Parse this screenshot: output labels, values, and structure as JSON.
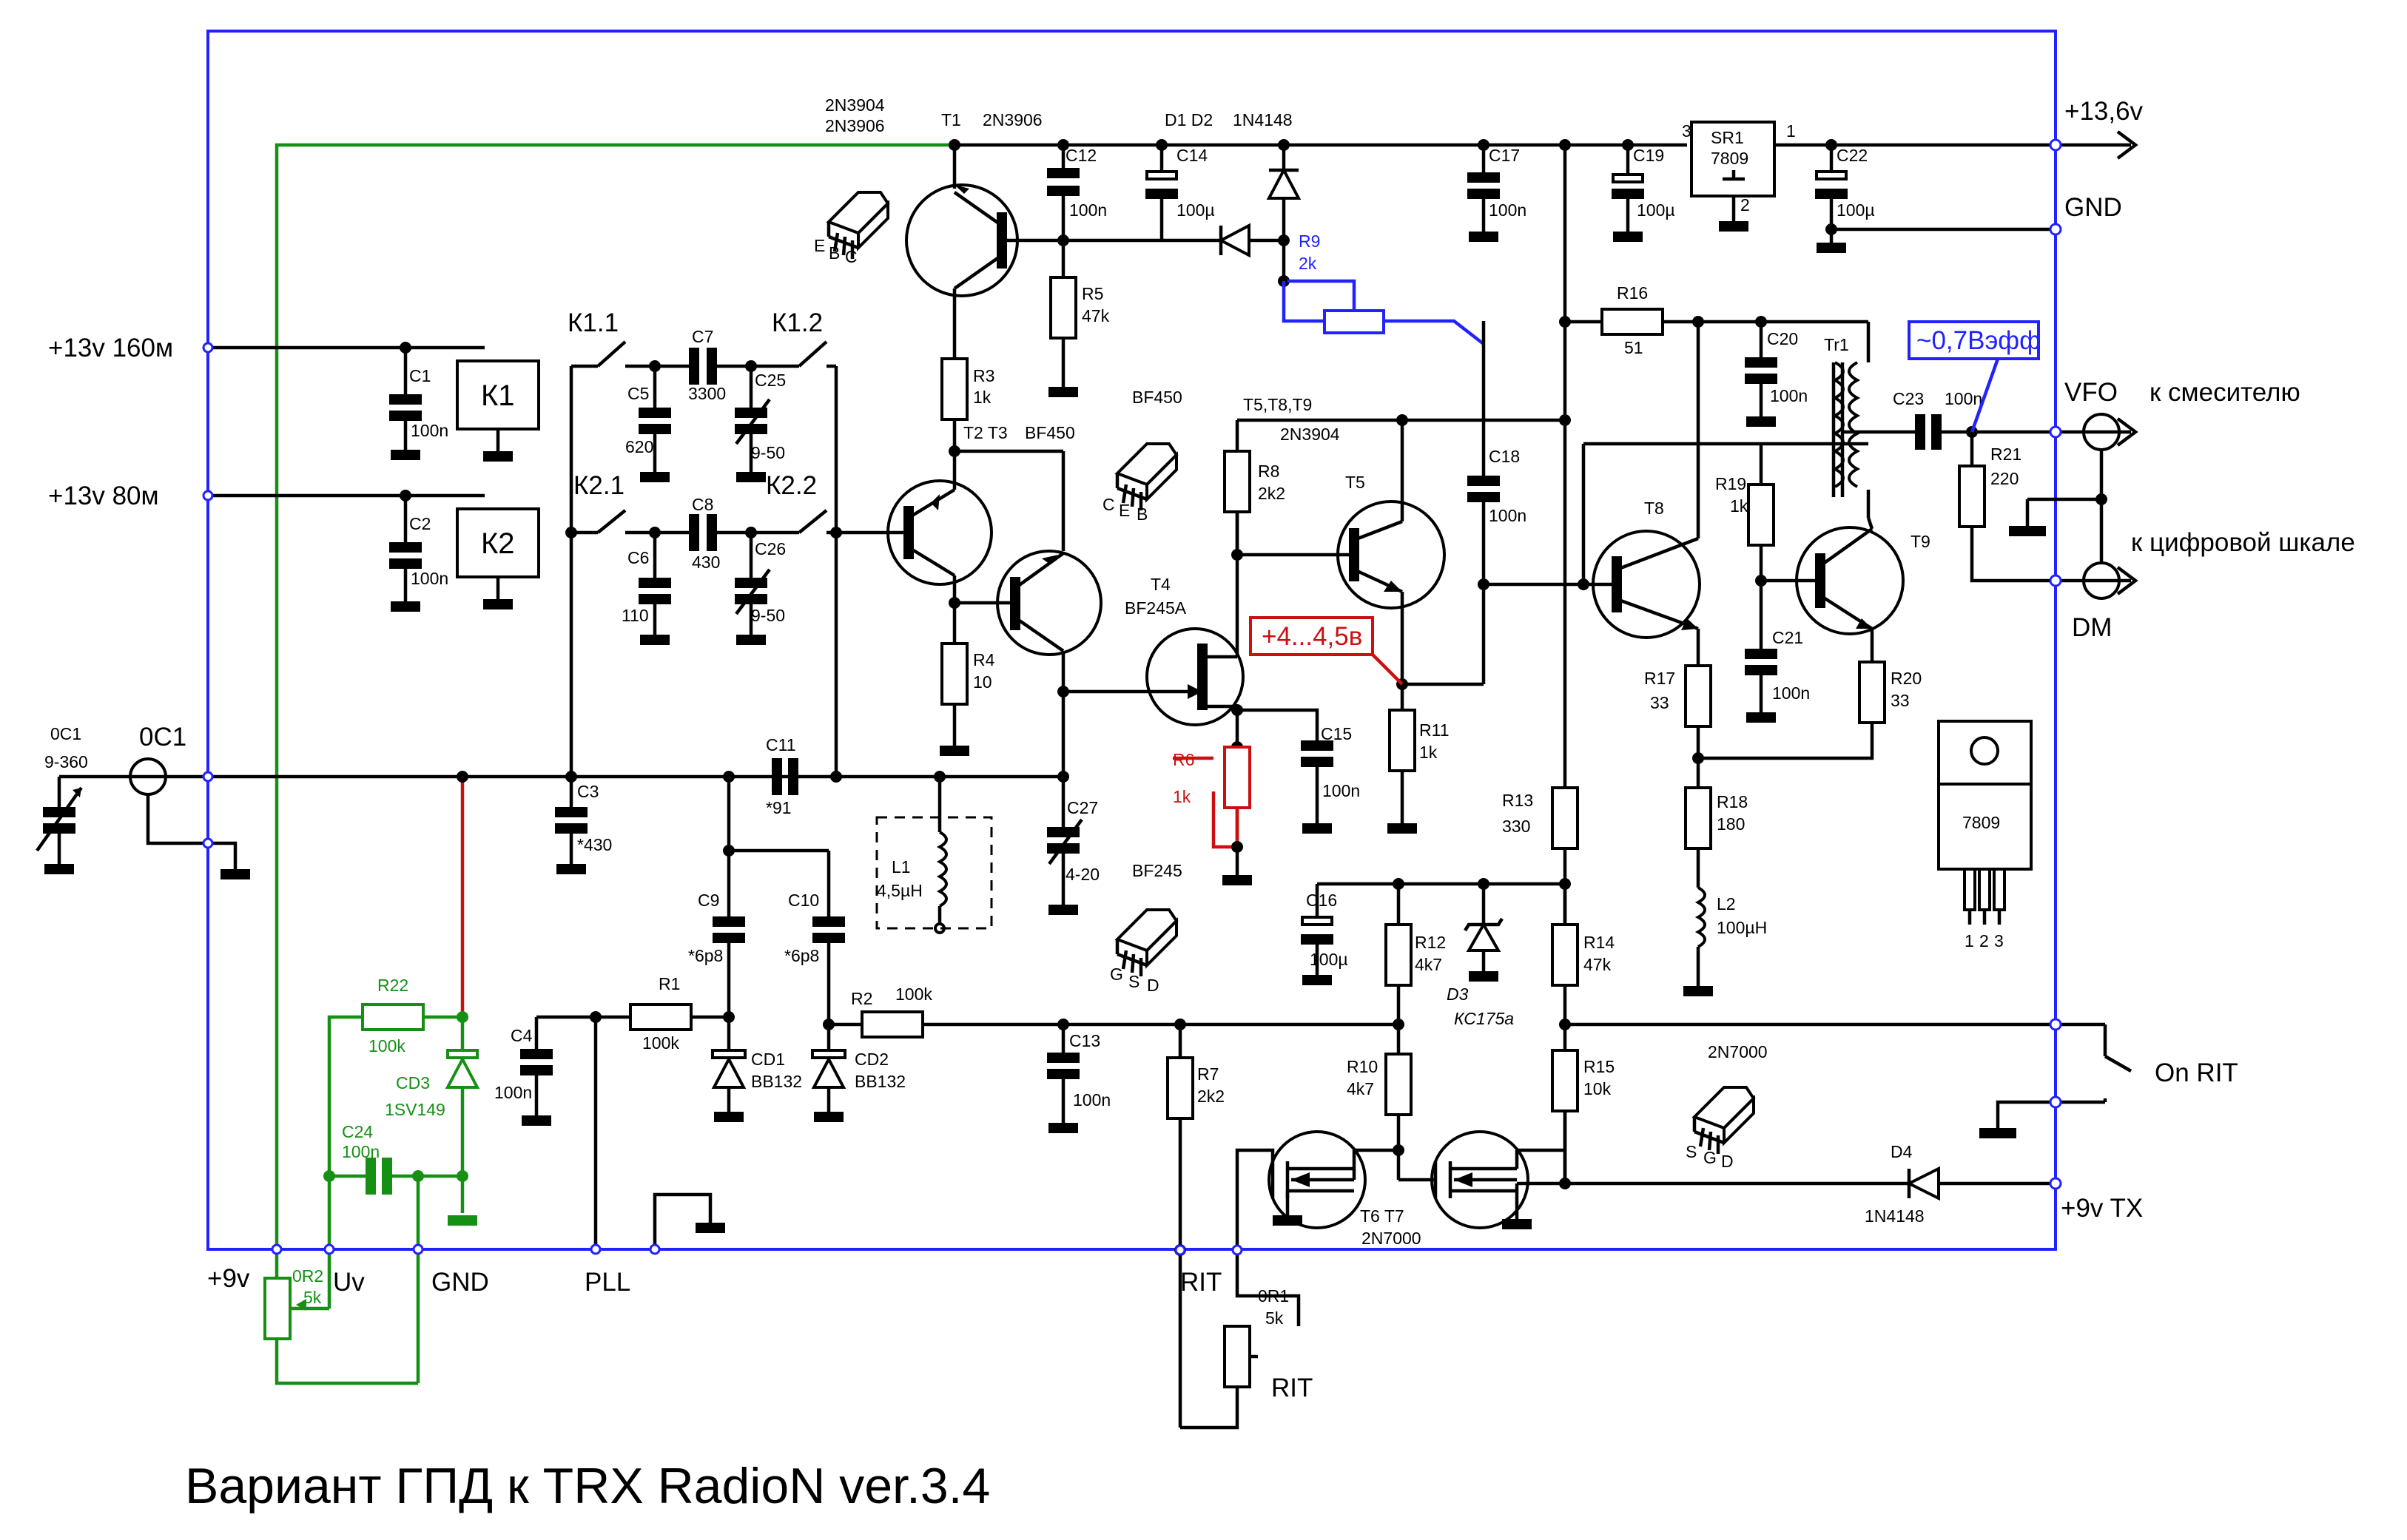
{
  "title": "Вариант ГПД к TRX RadioN ver.3.4",
  "ports": {
    "p13_6": "+13,6v",
    "gnd_right": "GND",
    "vfo": "VFO",
    "to_mixer": "к смесителю",
    "to_counter": "к цифровой шкале",
    "dm": "DM",
    "on_rit": "On RIT",
    "tx9": "+9v TX",
    "p13_160": "+13v 160м",
    "p13_80": "+13v 80м",
    "p9": "+9v",
    "uv": "Uv",
    "gnd_bottom": "GND",
    "pll": "PLL",
    "rit": "RIT",
    "oc1": "0C1",
    "rit_knob": "RIT"
  },
  "annotations": {
    "level": "~0,7Вэфф",
    "voltage": "+4...4,5в"
  },
  "relays": {
    "k1": "К1",
    "k2": "К2",
    "k11": "К1.1",
    "k12": "К1.2",
    "k21": "К2.1",
    "k22": "К2.2"
  },
  "parts": {
    "c1": [
      "C1",
      "100n"
    ],
    "c2": [
      "C2",
      "100n"
    ],
    "c3": [
      "C3",
      "*430"
    ],
    "c4": [
      "C4",
      "100n"
    ],
    "c5": [
      "C5",
      "620"
    ],
    "c6": [
      "C6",
      "110"
    ],
    "c7": [
      "C7",
      "3300"
    ],
    "c8": [
      "C8",
      "430"
    ],
    "c9": [
      "C9",
      "*6p8"
    ],
    "c10": [
      "C10",
      "*6p8"
    ],
    "c11": [
      "C11",
      "*91"
    ],
    "c12": [
      "C12",
      "100n"
    ],
    "c13": [
      "C13",
      "100n"
    ],
    "c14": [
      "C14",
      "100µ"
    ],
    "c15": [
      "C15",
      "100n"
    ],
    "c16": [
      "C16",
      "100µ"
    ],
    "c17": [
      "C17",
      "100n"
    ],
    "c18": [
      "C18",
      "100n"
    ],
    "c19": [
      "C19",
      "100µ"
    ],
    "c20": [
      "C20",
      "100n"
    ],
    "c21": [
      "C21",
      "100n"
    ],
    "c22": [
      "C22",
      "100µ"
    ],
    "c23": [
      "C23",
      "100n"
    ],
    "c24": [
      "C24",
      "100n"
    ],
    "c25": [
      "C25",
      "9-50"
    ],
    "c26": [
      "C26",
      "9-50"
    ],
    "c27": [
      "C27",
      "4-20"
    ],
    "oc1": [
      "0C1",
      "9-360"
    ],
    "r1": [
      "R1",
      "100k"
    ],
    "r2": [
      "R2",
      "100k"
    ],
    "r3": [
      "R3",
      "1k"
    ],
    "r4": [
      "R4",
      "10"
    ],
    "r5": [
      "R5",
      "47k"
    ],
    "r6": [
      "R6",
      "1k"
    ],
    "r7": [
      "R7",
      "2k2"
    ],
    "r8": [
      "R8",
      "2k2"
    ],
    "r9": [
      "R9",
      "2k"
    ],
    "r10": [
      "R10",
      "4k7"
    ],
    "r11": [
      "R11",
      "1k"
    ],
    "r12": [
      "R12",
      "4k7"
    ],
    "r13": [
      "R13",
      "330"
    ],
    "r14": [
      "R14",
      "47k"
    ],
    "r15": [
      "R15",
      "10k"
    ],
    "r16": [
      "R16",
      "51"
    ],
    "r17": [
      "R17",
      "33"
    ],
    "r18": [
      "R18",
      "180"
    ],
    "r19": [
      "R19",
      "1k"
    ],
    "r20": [
      "R20",
      "33"
    ],
    "r21": [
      "R21",
      "220"
    ],
    "r22": [
      "R22",
      "100k"
    ],
    "or1": [
      "0R1",
      "5k"
    ],
    "or2": [
      "0R2",
      "5k"
    ],
    "l1": [
      "L1",
      "4,5µH"
    ],
    "l2": [
      "L2",
      "100µH"
    ],
    "tr1": "Tr1",
    "cd1": [
      "CD1",
      "BB132"
    ],
    "cd2": [
      "CD2",
      "BB132"
    ],
    "cd3": [
      "CD3",
      "1SV149"
    ],
    "d3": [
      "D3",
      "КС175а"
    ],
    "d4": [
      "D4",
      "1N4148"
    ],
    "d12": [
      "D1 D2",
      "1N4148"
    ],
    "sr1": [
      "SR1",
      "7809"
    ]
  },
  "transistors": {
    "t1": [
      "T1",
      "2N3906"
    ],
    "t23": [
      "T2 T3",
      "BF450"
    ],
    "t4": [
      "T4",
      "BF245A"
    ],
    "t5": "T5",
    "t589": [
      "T5,T8,T9",
      "2N3904"
    ],
    "t67": [
      "T6  T7",
      "2N7000"
    ],
    "t8": "T8",
    "t9": "T9",
    "pkg1": [
      "2N3904",
      "2N3906"
    ],
    "pkg2": "BF450",
    "pkg3": "BF245",
    "pkg4": "2N7000",
    "pins_ebc": [
      "E",
      "B",
      "C"
    ],
    "pins_ceb": [
      "C",
      "E",
      "B"
    ],
    "pins_gsd": [
      "G",
      "S",
      "D"
    ],
    "pins_sgd": [
      "S",
      "G",
      "D"
    ],
    "reg_pins": [
      "1",
      "2",
      "3"
    ],
    "reg_pin_labels": [
      "3",
      "1",
      "2"
    ],
    "reg_body": "7809"
  }
}
